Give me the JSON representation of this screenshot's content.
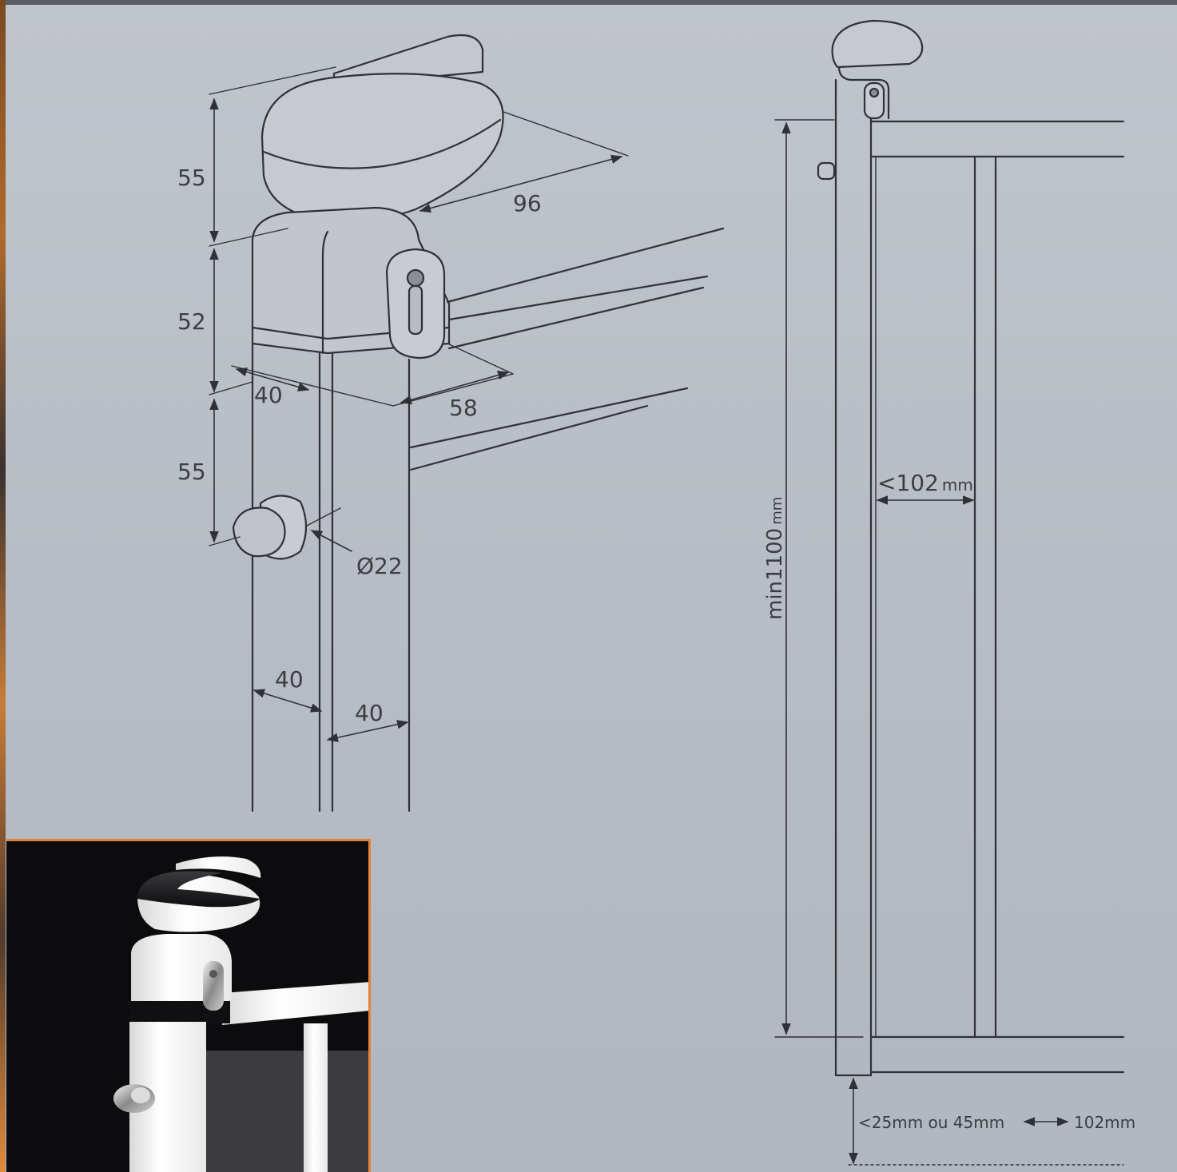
{
  "dimensions": {
    "cap_height": "55",
    "body_height": "52",
    "knob_offset": "55",
    "cap_length": "96",
    "body_width": "40",
    "cylinder_depth": "58",
    "knob_diameter": "Ø22",
    "post_left_width": "40",
    "post_right_width": "40"
  },
  "elevation": {
    "min_height": "min1100",
    "min_height_unit": "mm",
    "gap_limit": "<102",
    "gap_limit_unit": "mm",
    "bottom_clearance": "<25mm ou 45mm",
    "bottom_gap": "102mm"
  },
  "colors": {
    "background": "#b9bec5",
    "line": "#2e3138",
    "accent": "#e0843c"
  }
}
